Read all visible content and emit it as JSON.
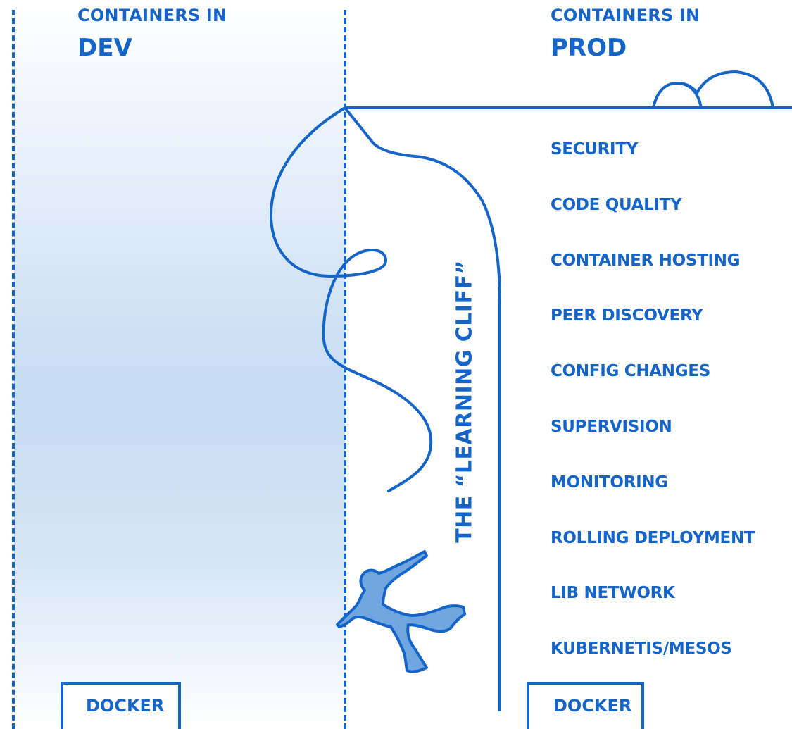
{
  "dev": {
    "subtitle": "CONTAINERS IN",
    "title": "DEV",
    "docker_label": "DOCKER"
  },
  "prod": {
    "subtitle": "CONTAINERS IN",
    "title": "PROD",
    "docker_label": "DOCKER",
    "items": [
      "SECURITY",
      "CODE QUALITY",
      "CONTAINER HOSTING",
      "PEER DISCOVERY",
      "CONFIG CHANGES",
      "SUPERVISION",
      "MONITORING",
      "ROLLING DEPLOYMENT",
      "LIB NETWORK",
      "KUBERNETIS/MESOS"
    ]
  },
  "cliff_label": "THE “LEARNING CLIFF”",
  "colors": {
    "accent": "#1565c8",
    "panel_fill": "#c5dcf2",
    "figure_fill": "#6fa6e0"
  },
  "icons": [
    "cloud-icon",
    "falling-person-icon",
    "rope-icon"
  ]
}
